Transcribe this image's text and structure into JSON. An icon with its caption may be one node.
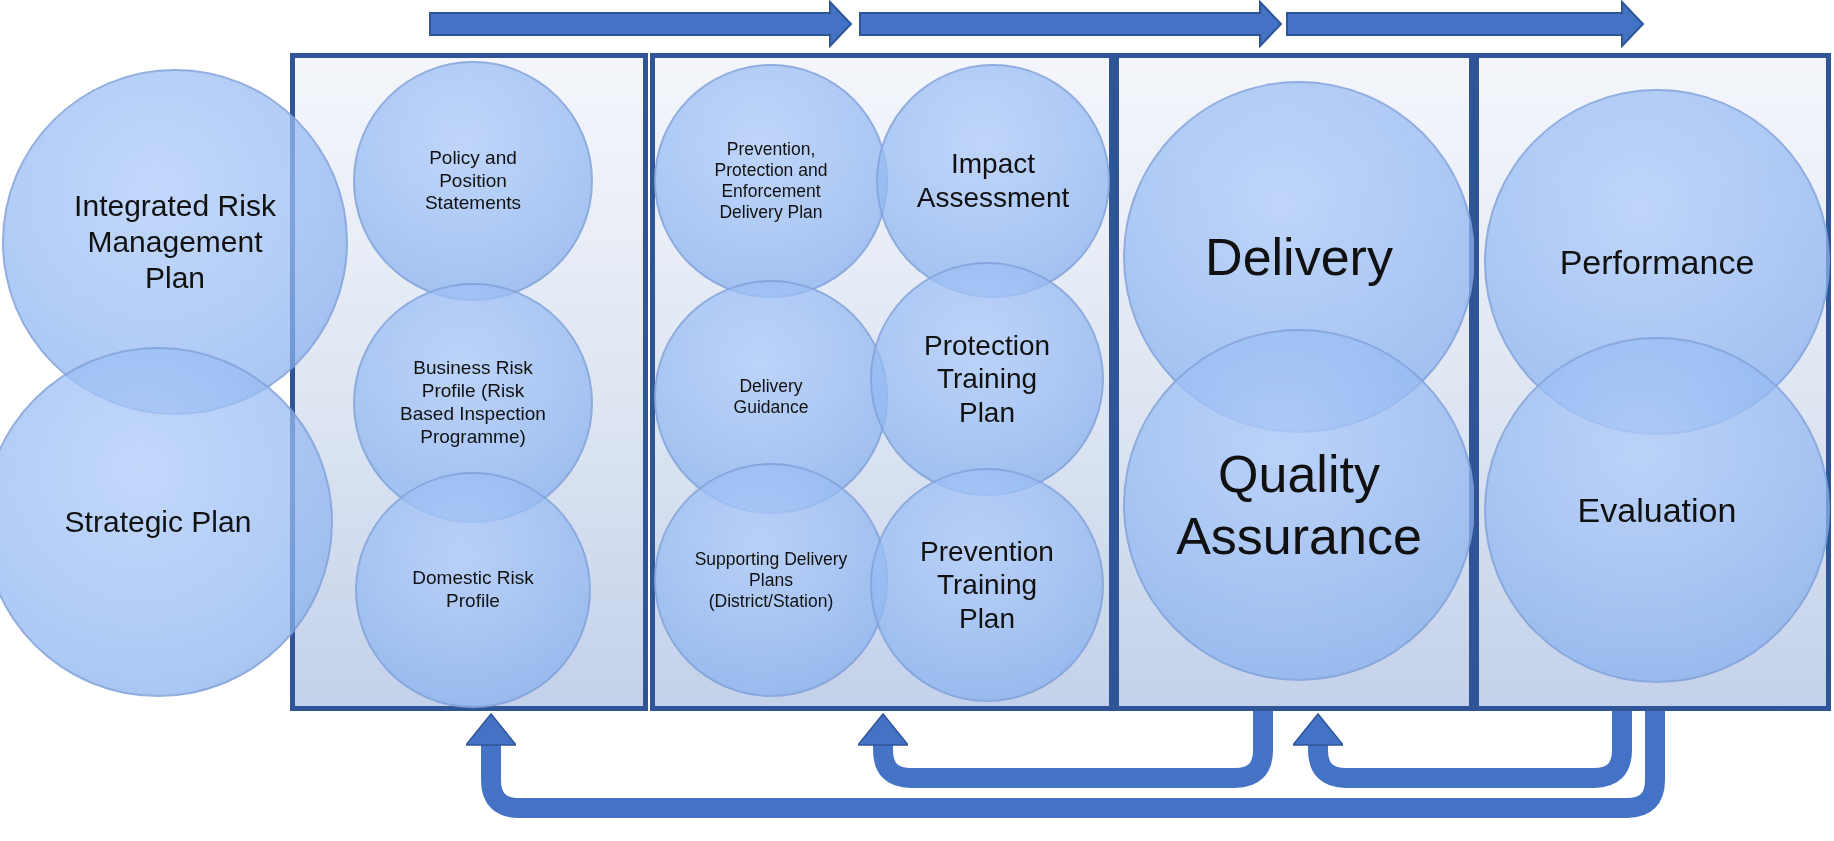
{
  "diagram": {
    "nodes": [
      {
        "text": [
          "Integrated Risk Management Plan"
        ]
      },
      {
        "text": [
          "Strategic Plan"
        ]
      },
      {
        "text": [],
        "shape": "box"
      },
      {
        "text": [
          "Policy and Position Statements"
        ],
        "in": 2
      },
      {
        "text": [
          "Business Risk Profile (Risk Based Inspection Programme)"
        ],
        "in": 2
      },
      {
        "text": [
          "Domestic Risk Profile"
        ],
        "in": 2
      },
      {
        "text": [],
        "shape": "box"
      },
      {
        "text": [
          "Prevention, Protection and Enforcement Delivery Plan"
        ],
        "in": 6
      },
      {
        "text": [
          "Impact Assessment"
        ],
        "in": 6
      },
      {
        "text": [
          "Delivery Guidance"
        ],
        "in": 6
      },
      {
        "text": [
          "Protection Training Plan"
        ],
        "in": 6
      },
      {
        "text": [
          "Supporting Delivery Plans (District/Station)"
        ],
        "in": 6
      },
      {
        "text": [
          "Prevention Training Plan"
        ],
        "in": 6
      },
      {
        "text": [],
        "shape": "box"
      },
      {
        "text": [
          "Delivery"
        ],
        "in": 13
      },
      {
        "text": [
          "Quality Assurance"
        ],
        "in": 13
      },
      {
        "text": [],
        "shape": "box"
      },
      {
        "text": [
          "Performance"
        ],
        "in": 16
      },
      {
        "text": [
          "Evaluation"
        ],
        "in": 16
      }
    ],
    "edges": [
      {
        "from": 13,
        "to": 6,
        "arrow": "to"
      },
      {
        "from": 16,
        "to": 13,
        "arrow": "to"
      },
      {
        "from": 16,
        "to": 2,
        "arrow": "to"
      }
    ]
  }
}
